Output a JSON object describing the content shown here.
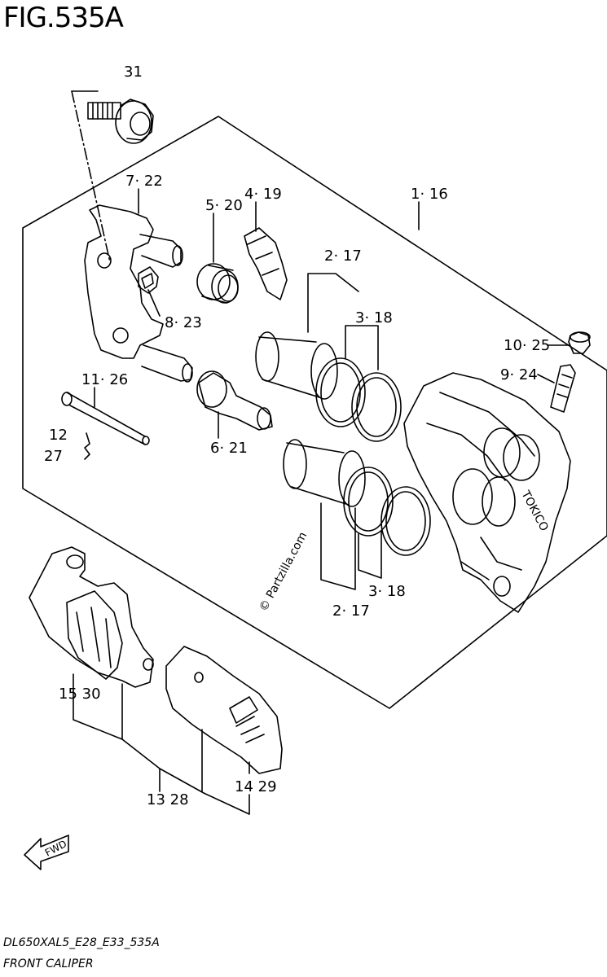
{
  "figure": {
    "title": "FIG.535A",
    "code": "DL650XAL5_E28_E33_535A",
    "name": "FRONT CALIPER",
    "watermark": "© Partzilla.com",
    "brand_on_caliper": "TOKICO",
    "fwd_label": "FWD"
  },
  "callouts": {
    "c31": "31",
    "c7_22": "7· 22",
    "c4_19": "4· 19",
    "c1_16": "1· 16",
    "c5_20": "5· 20",
    "c2_17_top": "2· 17",
    "c8_23": "8· 23",
    "c3_18_top": "3· 18",
    "c10_25": "10· 25",
    "c11_26": "11· 26",
    "c9_24": "9· 24",
    "c12": "12",
    "c27": "27",
    "c6_21": "6· 21",
    "c3_18_bot": "3· 18",
    "c2_17_bot": "2· 17",
    "c15_30": "15 30",
    "c14_29": "14 29",
    "c13_28": "13 28"
  }
}
